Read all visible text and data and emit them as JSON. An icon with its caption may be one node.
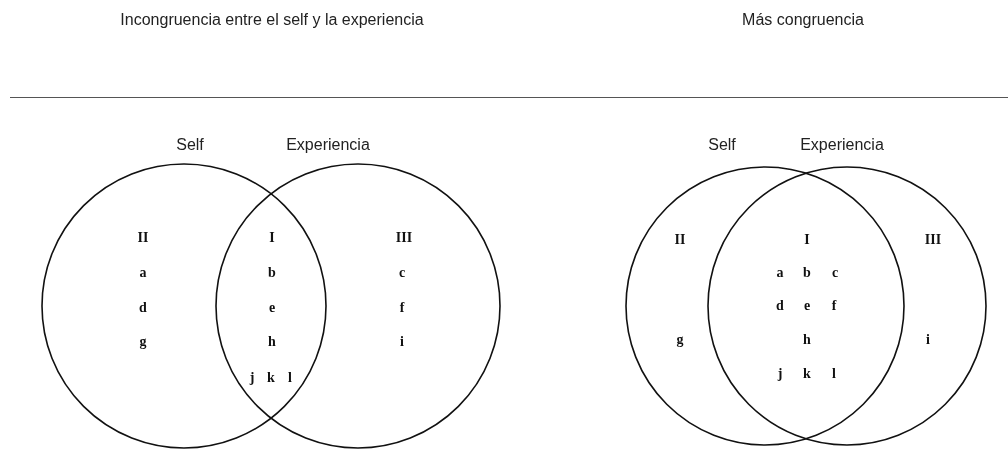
{
  "diagram": {
    "nodes": [
      {
        "text": [
          "Self"
        ]
      },
      {
        "text": [
          "Experiencia"
        ]
      },
      {
        "text": [
          "Self"
        ]
      },
      {
        "text": [
          "Experiencia"
        ]
      }
    ],
    "labels": [
      "Incongruencia entre el self y la experiencia",
      "Más congruencia",
      "II",
      "I",
      "III",
      "a",
      "b",
      "c",
      "d",
      "e",
      "f",
      "g",
      "h",
      "i",
      "j",
      "k",
      "l",
      "II",
      "I",
      "III",
      "a",
      "b",
      "c",
      "d",
      "e",
      "f",
      "g",
      "h",
      "i",
      "j",
      "k",
      "l"
    ]
  }
}
